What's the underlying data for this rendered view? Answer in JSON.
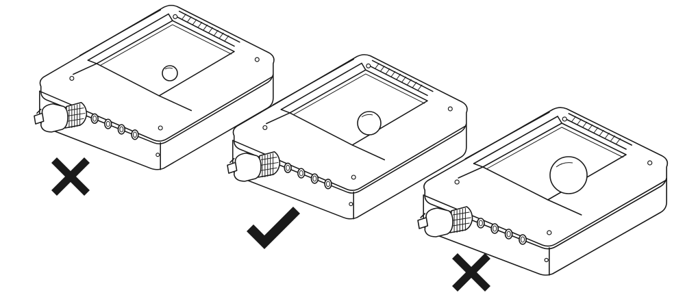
{
  "figure": {
    "panels": [
      {
        "id": "small-object",
        "verdict": "incorrect",
        "mark_icon": "cross-icon",
        "mark_color": "#1a1a1a"
      },
      {
        "id": "medium-object",
        "verdict": "correct",
        "mark_icon": "checkmark-icon",
        "mark_color": "#1a1a1a"
      },
      {
        "id": "large-object",
        "verdict": "incorrect",
        "mark_icon": "cross-icon",
        "mark_color": "#1a1a1a"
      }
    ],
    "object_size_order": [
      "small",
      "medium",
      "large"
    ],
    "line_color": "#1a1a1a",
    "background": "#ffffff"
  }
}
